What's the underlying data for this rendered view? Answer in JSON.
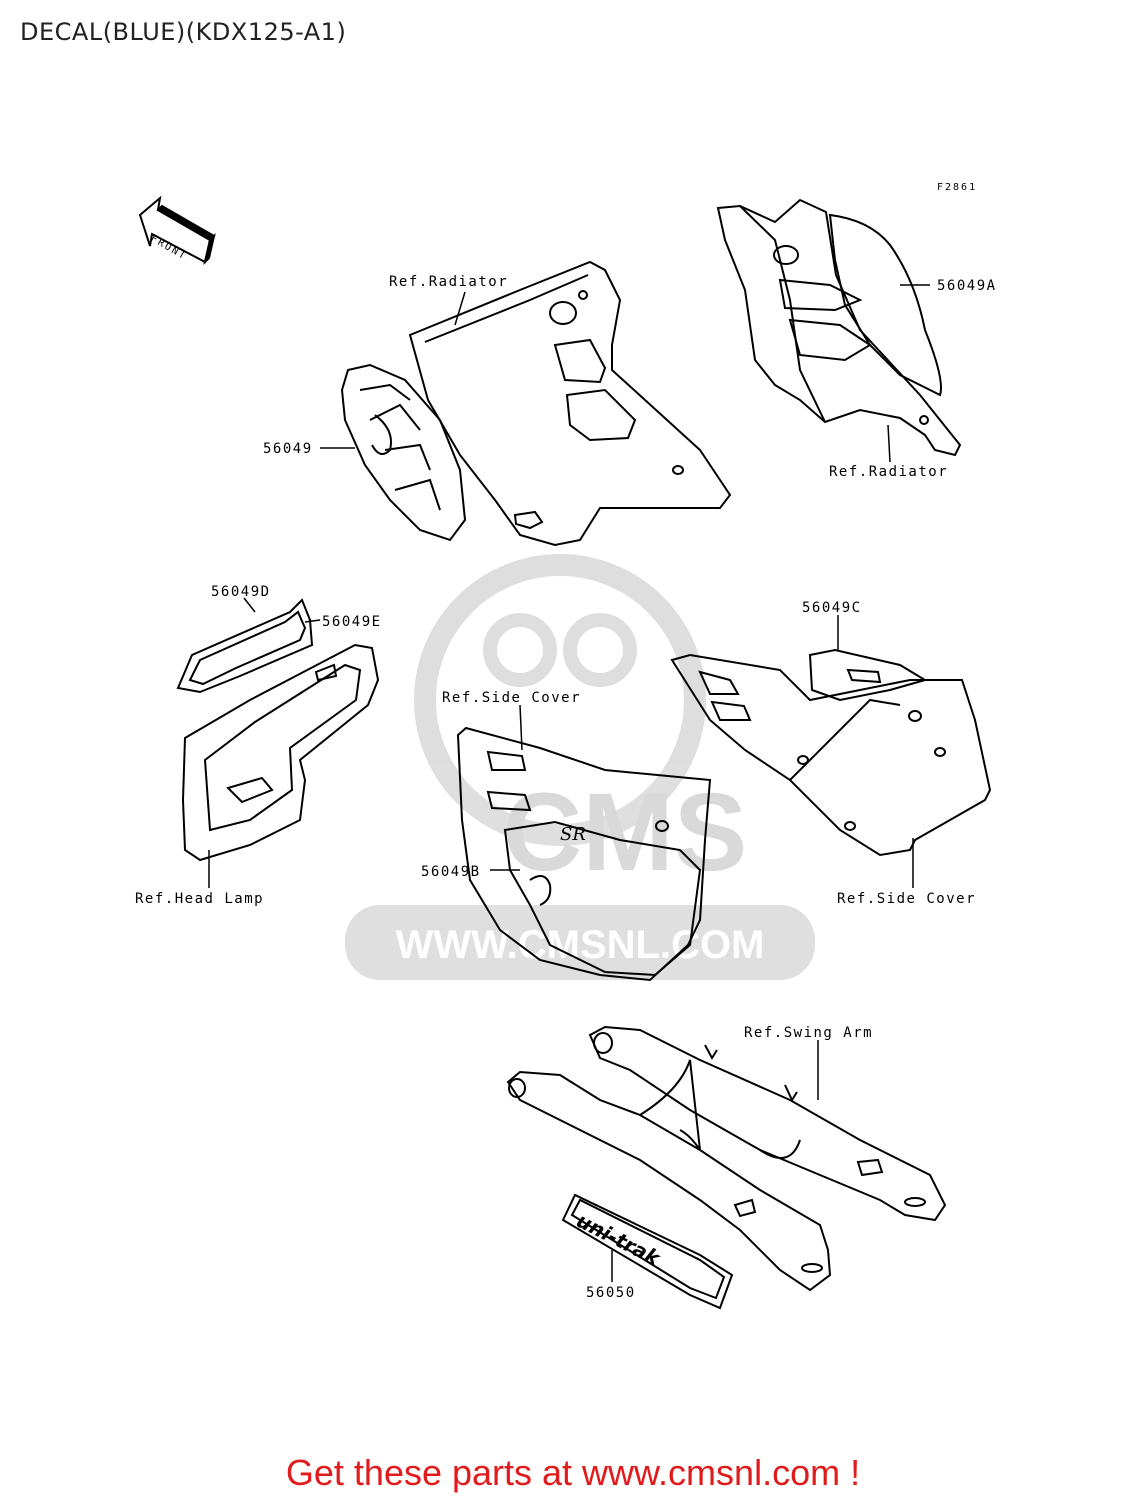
{
  "title": "DECAL(BLUE)(KDX125-A1)",
  "figure_code": "F2861",
  "front_label": "FRONT",
  "watermark": {
    "brand": "CMS",
    "url": "WWW.CMSNL.COM",
    "color": "#d9d9d9"
  },
  "callouts": [
    {
      "id": "ref-radiator-left",
      "text": "Ref.Radiator"
    },
    {
      "id": "part-56049a",
      "text": "56049A"
    },
    {
      "id": "ref-radiator-right",
      "text": "Ref.Radiator"
    },
    {
      "id": "part-56049",
      "text": "56049"
    },
    {
      "id": "part-56049d",
      "text": "56049D"
    },
    {
      "id": "part-56049e",
      "text": "56049E"
    },
    {
      "id": "part-56049c",
      "text": "56049C"
    },
    {
      "id": "ref-side-cover-center",
      "text": "Ref.Side Cover"
    },
    {
      "id": "part-56049b",
      "text": "56049B"
    },
    {
      "id": "ref-head-lamp",
      "text": "Ref.Head Lamp"
    },
    {
      "id": "ref-side-cover-right",
      "text": "Ref.Side Cover"
    },
    {
      "id": "ref-swing-arm",
      "text": "Ref.Swing Arm"
    },
    {
      "id": "part-56050",
      "text": "56050"
    }
  ],
  "decal_text": {
    "side_cover_logo": "SR",
    "swing_arm_logo": "uni-trak"
  },
  "footer": {
    "text": "Get these parts at www.cmsnl.com !",
    "color": "#e11b1b"
  }
}
